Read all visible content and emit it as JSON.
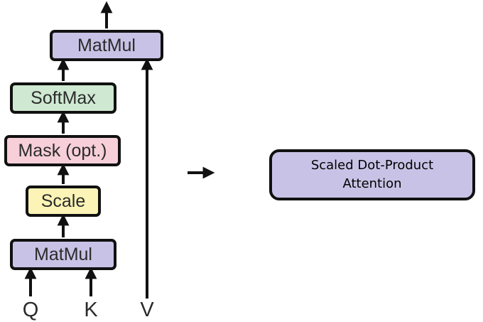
{
  "diagram": {
    "nodes": {
      "matmul_top": {
        "label": "MatMul",
        "fill": "#c8c3e6"
      },
      "softmax": {
        "label": "SoftMax",
        "fill": "#cfe8d2"
      },
      "mask": {
        "label": "Mask (opt.)",
        "fill": "#f7cfd9"
      },
      "scale": {
        "label": "Scale",
        "fill": "#fbf4b6"
      },
      "matmul_bottom": {
        "label": "MatMul",
        "fill": "#c8c3e6"
      }
    },
    "inputs": {
      "q": "Q",
      "k": "K",
      "v": "V"
    },
    "summary_block": {
      "line1": "Scaled Dot-Product",
      "line2": "Attention",
      "fill": "#c8c3e6"
    },
    "colors": {
      "stroke": "#111111"
    }
  }
}
